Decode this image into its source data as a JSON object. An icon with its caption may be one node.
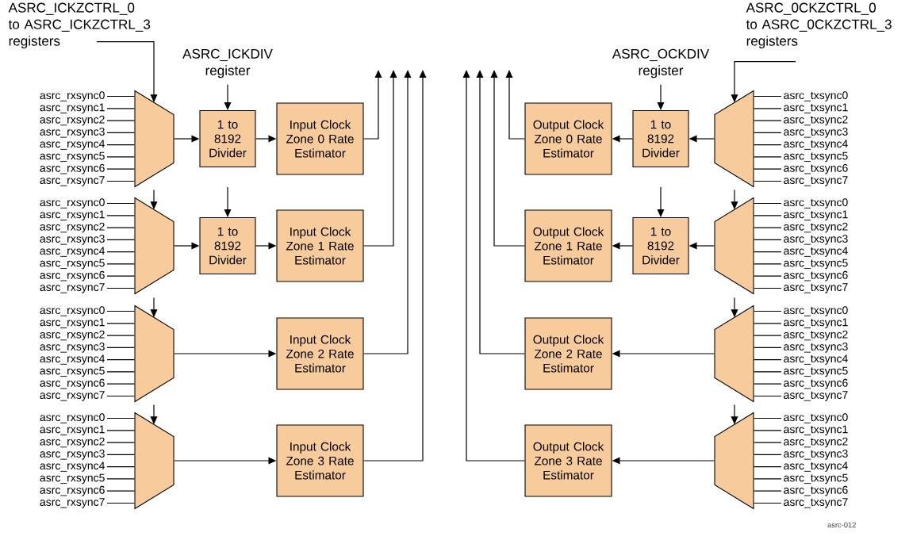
{
  "diagram": {
    "nodes": [
      {
        "text": [
          "ASRC_ICKZCTRL_0 to ASRC_ICKZCTRL_3 registers"
        ]
      },
      {
        "text": [
          "ASRC_ICKDIV register"
        ]
      },
      {
        "text": [
          "ASRC_OCKDIV register"
        ]
      },
      {
        "text": [
          "ASRC_0CKZCTRL_0 to ASRC_0CKZCTRL_3 registers"
        ]
      },
      {
        "text": [
          "asrc_rxsync0"
        ]
      },
      {
        "text": [
          "asrc_rxsync1"
        ]
      },
      {
        "text": [
          "asrc_rxsync2"
        ]
      },
      {
        "text": [
          "asrc_rxsync3"
        ]
      },
      {
        "text": [
          "asrc_rxsync4"
        ]
      },
      {
        "text": [
          "asrc_rxsync5"
        ]
      },
      {
        "text": [
          "asrc_rxsync6"
        ]
      },
      {
        "text": [
          "asrc_rxsync7"
        ]
      },
      {
        "text": [],
        "shape": "trapezoid"
      },
      {
        "text": [
          "1 to 8192 Divider"
        ]
      },
      {
        "text": [
          "Input Clock Zone 0 Rate Estimator"
        ]
      },
      {
        "text": [
          "Output Clock Zone 0 Rate Estimator"
        ]
      },
      {
        "text": [
          "1 to 8192 Divider"
        ]
      },
      {
        "text": [],
        "shape": "trapezoid"
      },
      {
        "text": [
          "asrc_txsync0"
        ]
      },
      {
        "text": [
          "asrc_txsync1"
        ]
      },
      {
        "text": [
          "asrc_txsync2"
        ]
      },
      {
        "text": [
          "asrc_txsync3"
        ]
      },
      {
        "text": [
          "asrc_txsync4"
        ]
      },
      {
        "text": [
          "asrc_txsync5"
        ]
      },
      {
        "text": [
          "asrc_txsync6"
        ]
      },
      {
        "text": [
          "asrc_txsync7"
        ]
      },
      {
        "text": [
          "asrc_rxsync0"
        ]
      },
      {
        "text": [
          "asrc_rxsync1"
        ]
      },
      {
        "text": [
          "asrc_rxsync2"
        ]
      },
      {
        "text": [
          "asrc_rxsync3"
        ]
      },
      {
        "text": [
          "asrc_rxsync4"
        ]
      },
      {
        "text": [
          "asrc_rxsync5"
        ]
      },
      {
        "text": [
          "asrc_rxsync6"
        ]
      },
      {
        "text": [
          "asrc_rxsync7"
        ]
      },
      {
        "text": [],
        "shape": "trapezoid"
      },
      {
        "text": [
          "1 to 8192 Divider"
        ]
      },
      {
        "text": [
          "Input Clock Zone 1 Rate Estimator"
        ]
      },
      {
        "text": [
          "Output Clock Zone 1 Rate Estimator"
        ]
      },
      {
        "text": [
          "1 to 8192 Divider"
        ]
      },
      {
        "text": [],
        "shape": "trapezoid"
      },
      {
        "text": [
          "asrc_txsync0"
        ]
      },
      {
        "text": [
          "asrc_txsync1"
        ]
      },
      {
        "text": [
          "asrc_txsync2"
        ]
      },
      {
        "text": [
          "asrc_txsync3"
        ]
      },
      {
        "text": [
          "asrc_txsync4"
        ]
      },
      {
        "text": [
          "asrc_txsync5"
        ]
      },
      {
        "text": [
          "asrc_txsync6"
        ]
      },
      {
        "text": [
          "asrc_txsync7"
        ]
      },
      {
        "text": [
          "asrc_rxsync0"
        ]
      },
      {
        "text": [
          "asrc_rxsync1"
        ]
      },
      {
        "text": [
          "asrc_rxsync2"
        ]
      },
      {
        "text": [
          "asrc_rxsync3"
        ]
      },
      {
        "text": [
          "asrc_rxsync4"
        ]
      },
      {
        "text": [
          "asrc_rxsync5"
        ]
      },
      {
        "text": [
          "asrc_rxsync6"
        ]
      },
      {
        "text": [
          "asrc_rxsync7"
        ]
      },
      {
        "text": [],
        "shape": "trapezoid"
      },
      {
        "text": [
          "Input Clock Zone 2 Rate Estimator"
        ]
      },
      {
        "text": [
          "Output Clock Zone 2 Rate Estimator"
        ]
      },
      {
        "text": [],
        "shape": "trapezoid"
      },
      {
        "text": [
          "asrc_txsync0"
        ]
      },
      {
        "text": [
          "asrc_txsync1"
        ]
      },
      {
        "text": [
          "asrc_txsync2"
        ]
      },
      {
        "text": [
          "asrc_txsync3"
        ]
      },
      {
        "text": [
          "asrc_txsync4"
        ]
      },
      {
        "text": [
          "asrc_txsync5"
        ]
      },
      {
        "text": [
          "asrc_txsync6"
        ]
      },
      {
        "text": [
          "asrc_txsync7"
        ]
      },
      {
        "text": [
          "asrc_rxsync0"
        ]
      },
      {
        "text": [
          "asrc_rxsync1"
        ]
      },
      {
        "text": [
          "asrc_rxsync2"
        ]
      },
      {
        "text": [
          "asrc_rxsync3"
        ]
      },
      {
        "text": [
          "asrc_rxsync4"
        ]
      },
      {
        "text": [
          "asrc_rxsync5"
        ]
      },
      {
        "text": [
          "asrc_rxsync6"
        ]
      },
      {
        "text": [
          "asrc_rxsync7"
        ]
      },
      {
        "text": [],
        "shape": "trapezoid"
      },
      {
        "text": [
          "Input Clock Zone 3 Rate Estimator"
        ]
      },
      {
        "text": [
          "Output Clock Zone 3 Rate Estimator"
        ]
      },
      {
        "text": [],
        "shape": "trapezoid"
      },
      {
        "text": [
          "asrc_txsync0"
        ]
      },
      {
        "text": [
          "asrc_txsync1"
        ]
      },
      {
        "text": [
          "asrc_txsync2"
        ]
      },
      {
        "text": [
          "asrc_txsync3"
        ]
      },
      {
        "text": [
          "asrc_txsync4"
        ]
      },
      {
        "text": [
          "asrc_txsync5"
        ]
      },
      {
        "text": [
          "asrc_txsync6"
        ]
      },
      {
        "text": [
          "asrc_txsync7"
        ]
      }
    ],
    "edges": [
      {
        "from": 0,
        "to": 12,
        "arrow": "to"
      },
      {
        "from": 1,
        "to": 13,
        "arrow": "to"
      },
      {
        "from": 2,
        "to": 16,
        "arrow": "to"
      },
      {
        "from": 3,
        "to": 17,
        "arrow": "to"
      },
      {
        "from": null,
        "to": 34,
        "arrow": "to"
      },
      {
        "from": null,
        "to": 35,
        "arrow": "to"
      },
      {
        "from": null,
        "to": 38,
        "arrow": "to"
      },
      {
        "from": null,
        "to": 39,
        "arrow": "to"
      },
      {
        "from": null,
        "to": 56,
        "arrow": "to"
      },
      {
        "from": null,
        "to": 59,
        "arrow": "to"
      },
      {
        "from": null,
        "to": 76,
        "arrow": "to"
      },
      {
        "from": null,
        "to": 79,
        "arrow": "to"
      },
      {
        "from": 4,
        "to": 12,
        "arrow": "none"
      },
      {
        "from": 5,
        "to": 12,
        "arrow": "none"
      },
      {
        "from": 6,
        "to": 12,
        "arrow": "none"
      },
      {
        "from": 7,
        "to": 12,
        "arrow": "none"
      },
      {
        "from": 8,
        "to": 12,
        "arrow": "none"
      },
      {
        "from": 9,
        "to": 12,
        "arrow": "none"
      },
      {
        "from": 10,
        "to": 12,
        "arrow": "none"
      },
      {
        "from": 11,
        "to": 12,
        "arrow": "none"
      },
      {
        "from": 12,
        "to": 13,
        "arrow": "to"
      },
      {
        "from": 13,
        "to": 14,
        "arrow": "to"
      },
      {
        "from": 14,
        "to": null,
        "arrow": "to"
      },
      {
        "from": 17,
        "to": 16,
        "arrow": "to"
      },
      {
        "from": 16,
        "to": 15,
        "arrow": "to"
      },
      {
        "from": 15,
        "to": null,
        "arrow": "to"
      },
      {
        "from": 18,
        "to": 17,
        "arrow": "none"
      },
      {
        "from": 19,
        "to": 17,
        "arrow": "none"
      },
      {
        "from": 20,
        "to": 17,
        "arrow": "none"
      },
      {
        "from": 21,
        "to": 17,
        "arrow": "none"
      },
      {
        "from": 22,
        "to": 17,
        "arrow": "none"
      },
      {
        "from": 23,
        "to": 17,
        "arrow": "none"
      },
      {
        "from": 24,
        "to": 17,
        "arrow": "none"
      },
      {
        "from": 25,
        "to": 17,
        "arrow": "none"
      },
      {
        "from": 26,
        "to": 34,
        "arrow": "none"
      },
      {
        "from": 27,
        "to": 34,
        "arrow": "none"
      },
      {
        "from": 28,
        "to": 34,
        "arrow": "none"
      },
      {
        "from": 29,
        "to": 34,
        "arrow": "none"
      },
      {
        "from": 30,
        "to": 34,
        "arrow": "none"
      },
      {
        "from": 31,
        "to": 34,
        "arrow": "none"
      },
      {
        "from": 32,
        "to": 34,
        "arrow": "none"
      },
      {
        "from": 33,
        "to": 34,
        "arrow": "none"
      },
      {
        "from": 34,
        "to": 35,
        "arrow": "to"
      },
      {
        "from": 35,
        "to": 36,
        "arrow": "to"
      },
      {
        "from": 36,
        "to": null,
        "arrow": "to"
      },
      {
        "from": 39,
        "to": 38,
        "arrow": "to"
      },
      {
        "from": 38,
        "to": 37,
        "arrow": "to"
      },
      {
        "from": 37,
        "to": null,
        "arrow": "to"
      },
      {
        "from": 40,
        "to": 39,
        "arrow": "none"
      },
      {
        "from": 41,
        "to": 39,
        "arrow": "none"
      },
      {
        "from": 42,
        "to": 39,
        "arrow": "none"
      },
      {
        "from": 43,
        "to": 39,
        "arrow": "none"
      },
      {
        "from": 44,
        "to": 39,
        "arrow": "none"
      },
      {
        "from": 45,
        "to": 39,
        "arrow": "none"
      },
      {
        "from": 46,
        "to": 39,
        "arrow": "none"
      },
      {
        "from": 47,
        "to": 39,
        "arrow": "none"
      },
      {
        "from": 48,
        "to": 56,
        "arrow": "none"
      },
      {
        "from": 49,
        "to": 56,
        "arrow": "none"
      },
      {
        "from": 50,
        "to": 56,
        "arrow": "none"
      },
      {
        "from": 51,
        "to": 56,
        "arrow": "none"
      },
      {
        "from": 52,
        "to": 56,
        "arrow": "none"
      },
      {
        "from": 53,
        "to": 56,
        "arrow": "none"
      },
      {
        "from": 54,
        "to": 56,
        "arrow": "none"
      },
      {
        "from": 55,
        "to": 56,
        "arrow": "none"
      },
      {
        "from": 56,
        "to": 57,
        "arrow": "to"
      },
      {
        "from": 57,
        "to": null,
        "arrow": "to"
      },
      {
        "from": 59,
        "to": 58,
        "arrow": "to"
      },
      {
        "from": 58,
        "to": null,
        "arrow": "to"
      },
      {
        "from": 60,
        "to": 59,
        "arrow": "none"
      },
      {
        "from": 61,
        "to": 59,
        "arrow": "none"
      },
      {
        "from": 62,
        "to": 59,
        "arrow": "none"
      },
      {
        "from": 63,
        "to": 59,
        "arrow": "none"
      },
      {
        "from": 64,
        "to": 59,
        "arrow": "none"
      },
      {
        "from": 65,
        "to": 59,
        "arrow": "none"
      },
      {
        "from": 66,
        "to": 59,
        "arrow": "none"
      },
      {
        "from": 67,
        "to": 59,
        "arrow": "none"
      },
      {
        "from": 68,
        "to": 76,
        "arrow": "none"
      },
      {
        "from": 69,
        "to": 76,
        "arrow": "none"
      },
      {
        "from": 70,
        "to": 76,
        "arrow": "none"
      },
      {
        "from": 71,
        "to": 76,
        "arrow": "none"
      },
      {
        "from": 72,
        "to": 76,
        "arrow": "none"
      },
      {
        "from": 73,
        "to": 76,
        "arrow": "none"
      },
      {
        "from": 74,
        "to": 76,
        "arrow": "none"
      },
      {
        "from": 75,
        "to": 76,
        "arrow": "none"
      },
      {
        "from": 76,
        "to": 77,
        "arrow": "to"
      },
      {
        "from": 77,
        "to": null,
        "arrow": "to"
      },
      {
        "from": 79,
        "to": 78,
        "arrow": "to"
      },
      {
        "from": 78,
        "to": null,
        "arrow": "to"
      },
      {
        "from": 80,
        "to": 79,
        "arrow": "none"
      },
      {
        "from": 81,
        "to": 79,
        "arrow": "none"
      },
      {
        "from": 82,
        "to": 79,
        "arrow": "none"
      },
      {
        "from": 83,
        "to": 79,
        "arrow": "none"
      },
      {
        "from": 84,
        "to": 79,
        "arrow": "none"
      },
      {
        "from": 85,
        "to": 79,
        "arrow": "none"
      },
      {
        "from": 86,
        "to": 79,
        "arrow": "none"
      },
      {
        "from": 87,
        "to": 79,
        "arrow": "none"
      }
    ],
    "labels": [
      "asrc-012"
    ]
  }
}
